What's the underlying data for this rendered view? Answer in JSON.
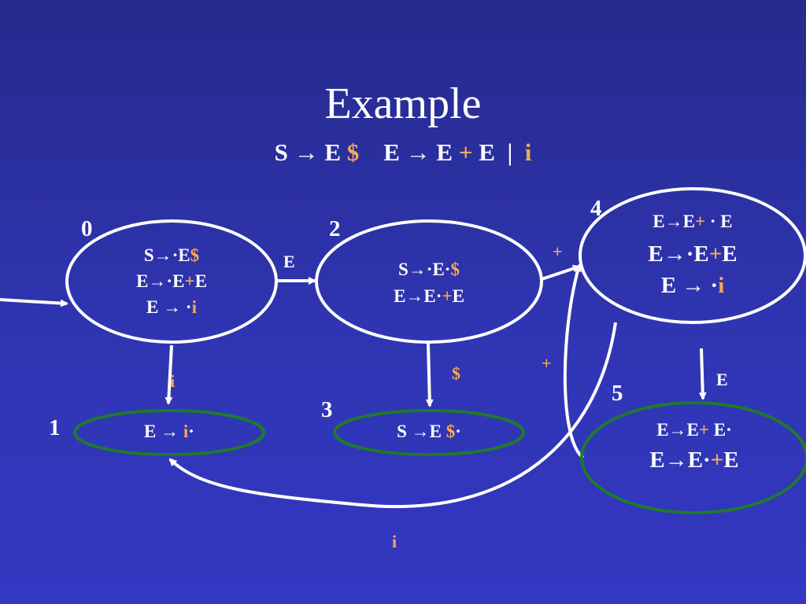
{
  "title": "Example",
  "grammar": [
    {
      "t": "S → E ",
      "hl": false
    },
    {
      "t": "$",
      "hl": true
    },
    {
      "t": "    E → E ",
      "hl": false
    },
    {
      "t": "+",
      "hl": true
    },
    {
      "t": " E  |  ",
      "hl": false
    },
    {
      "t": "i",
      "hl": true
    }
  ],
  "colors": {
    "background": "#2f35b2",
    "state_outline": "#ffffff",
    "final_state_outline": "#1f7a2c",
    "highlight": "#f5a95a"
  },
  "states": [
    {
      "id": "0",
      "final": false,
      "lines": [
        [
          {
            "t": "S→·E",
            "hl": false
          },
          {
            "t": "$",
            "hl": true
          }
        ],
        [
          {
            "t": "E→·E",
            "hl": false
          },
          {
            "t": "+",
            "hl": true
          },
          {
            "t": "E",
            "hl": false
          }
        ],
        [
          {
            "t": "E → ·",
            "hl": false
          },
          {
            "t": "i",
            "hl": true
          }
        ]
      ]
    },
    {
      "id": "1",
      "final": true,
      "lines": [
        [
          {
            "t": "E → ",
            "hl": false
          },
          {
            "t": "i",
            "hl": true
          },
          {
            "t": "·",
            "hl": false
          }
        ]
      ]
    },
    {
      "id": "2",
      "final": false,
      "lines": [
        [
          {
            "t": "S→·E·",
            "hl": false
          },
          {
            "t": "$",
            "hl": true
          }
        ],
        [
          {
            "t": "E→E·",
            "hl": false
          },
          {
            "t": "+",
            "hl": true
          },
          {
            "t": "E",
            "hl": false
          }
        ]
      ]
    },
    {
      "id": "3",
      "final": true,
      "lines": [
        [
          {
            "t": "S →E ",
            "hl": false
          },
          {
            "t": "$",
            "hl": true
          },
          {
            "t": "·",
            "hl": false
          }
        ]
      ]
    },
    {
      "id": "4",
      "final": false,
      "lines": [
        [
          {
            "t": "E→E",
            "hl": false
          },
          {
            "t": "+",
            "hl": true
          },
          {
            "t": " · E",
            "hl": false
          }
        ],
        [
          {
            "t": "E→·E",
            "hl": false
          },
          {
            "t": "+",
            "hl": true
          },
          {
            "t": "E",
            "hl": false
          }
        ],
        [
          {
            "t": "E → ·",
            "hl": false
          },
          {
            "t": "i",
            "hl": true
          }
        ]
      ]
    },
    {
      "id": "5",
      "final": true,
      "lines": [
        [
          {
            "t": "E→E",
            "hl": false
          },
          {
            "t": "+",
            "hl": true
          },
          {
            "t": " E·",
            "hl": false
          }
        ],
        [
          {
            "t": "E→E·",
            "hl": false
          },
          {
            "t": "+",
            "hl": true
          },
          {
            "t": "E",
            "hl": false
          }
        ]
      ]
    }
  ],
  "transitions": [
    {
      "from": "start",
      "to": "0",
      "label": ""
    },
    {
      "from": "0",
      "to": "2",
      "label": "E",
      "hl": false
    },
    {
      "from": "0",
      "to": "1",
      "label": "i",
      "hl": true
    },
    {
      "from": "2",
      "to": "3",
      "label": "$",
      "hl": true
    },
    {
      "from": "2",
      "to": "4",
      "label": "+",
      "hl": true
    },
    {
      "from": "4",
      "to": "5",
      "label": "E",
      "hl": false
    },
    {
      "from": "5",
      "to": "4",
      "label": "+",
      "hl": true
    },
    {
      "from": "4",
      "to": "1",
      "label": "i",
      "hl": true
    }
  ]
}
